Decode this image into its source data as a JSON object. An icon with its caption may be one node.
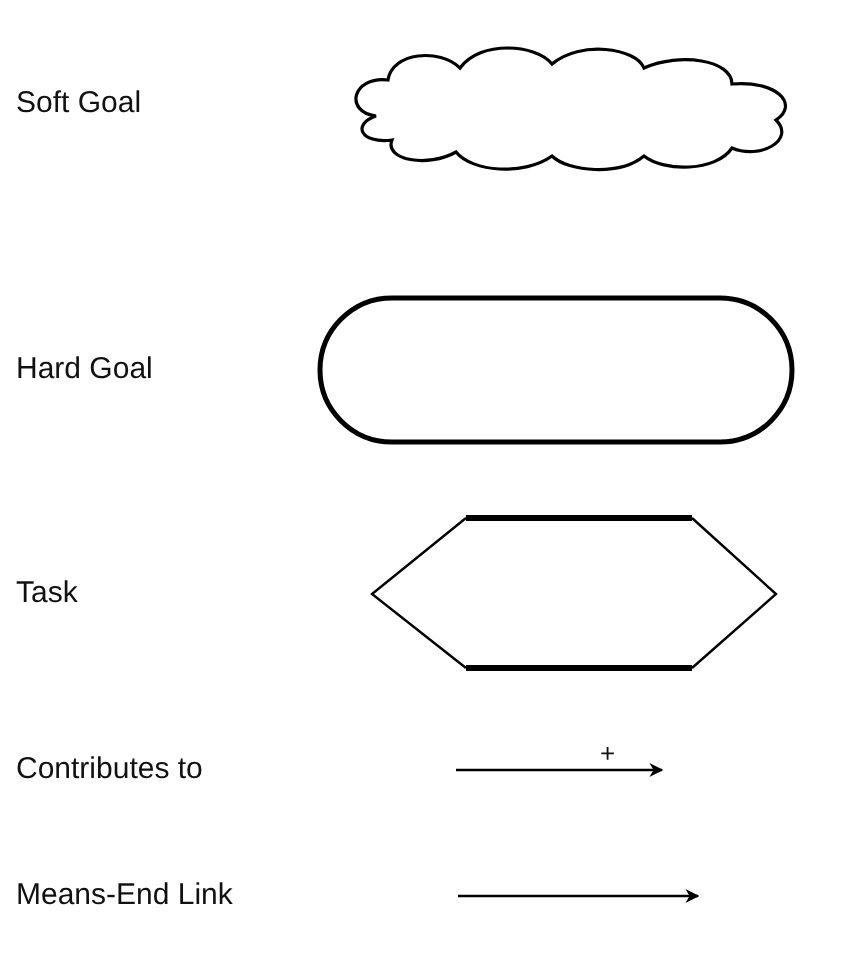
{
  "diagram": {
    "labels": [
      "+"
    ],
    "legend": [
      {
        "text": "Soft Goal"
      },
      {
        "text": "Hard Goal"
      },
      {
        "text": "Task"
      },
      {
        "text": "Contributes to"
      },
      {
        "text": "Means-End Link"
      }
    ]
  }
}
